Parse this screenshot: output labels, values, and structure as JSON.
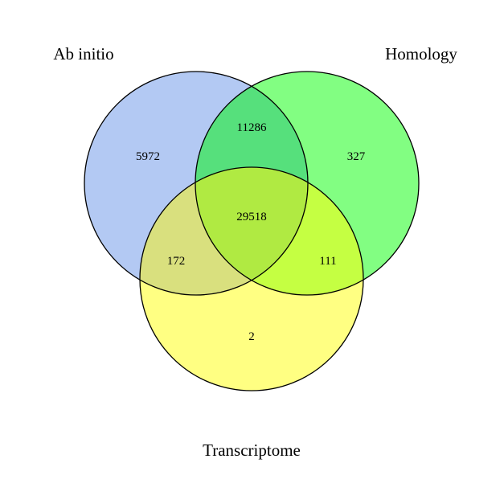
{
  "sets": {
    "ab_initio": {
      "label": "Ab initio",
      "color": "#b3c9f3"
    },
    "homology": {
      "label": "Homology",
      "color": "#82fe82"
    },
    "transcriptome": {
      "label": "Transcriptome",
      "color": "#ffff82"
    }
  },
  "overlap_colors": {
    "ab_initio_homology": "#56e07c",
    "ab_initio_transcriptome": "#d9e07e",
    "homology_transcriptome": "#c5ff42",
    "all_three": "#b0ea42"
  },
  "regions": {
    "ab_initio_only": "5972",
    "homology_only": "327",
    "transcriptome_only": "2",
    "ab_initio_homology": "11286",
    "ab_initio_transcriptome": "172",
    "homology_transcriptome": "111",
    "all_three": "29518"
  }
}
